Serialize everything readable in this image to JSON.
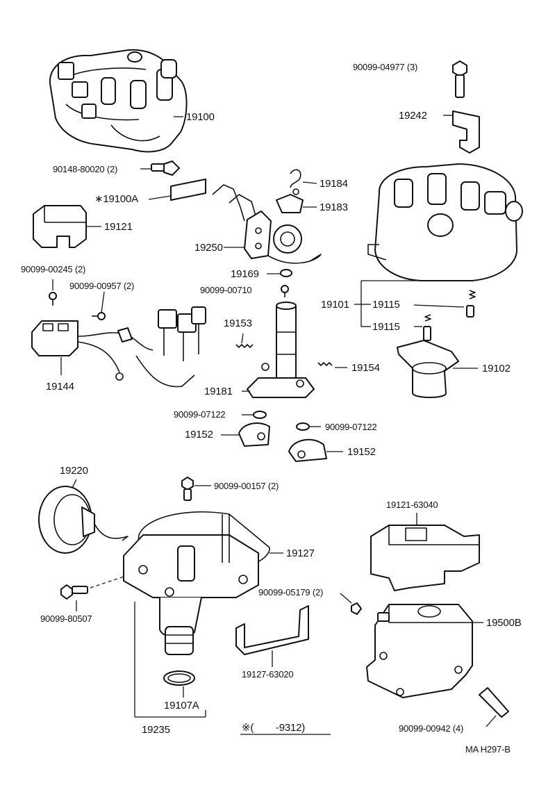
{
  "labels": {
    "l19100": "19100",
    "l90148": "90148-80020 (2)",
    "l19100a": "∗19100A",
    "l19121": "19121",
    "l90099_00245": "90099-00245 (2)",
    "l90099_00957": "90099-00957 (2)",
    "l19144": "19144",
    "l19184": "19184",
    "l19183": "19183",
    "l19250": "19250",
    "l19169": "19169",
    "l90099_00710": "90099-00710",
    "l19153": "19153",
    "l19154": "19154",
    "l19181": "19181",
    "l90099_07122a": "90099-07122",
    "l90099_07122b": "90099-07122",
    "l19152a": "19152",
    "l19152b": "19152",
    "l90099_04977": "90099-04977 (3)",
    "l19242": "19242",
    "l19101": "19101",
    "l19115a": "19115",
    "l19115b": "19115",
    "l19102": "19102",
    "l19220": "19220",
    "l90099_00157": "90099-00157 (2)",
    "l19127": "19127",
    "l90099_80507": "90099-80507",
    "l19127_63020": "19127-63020",
    "l90099_05179": "90099-05179 (2)",
    "l19121_63040": "19121-63040",
    "l19500b": "19500B",
    "l90099_00942": "90099-00942 (4)",
    "l19107a": "19107A",
    "l19235": "19235",
    "l_note": "※(        -9312)",
    "l_code": "MA H297-B"
  }
}
